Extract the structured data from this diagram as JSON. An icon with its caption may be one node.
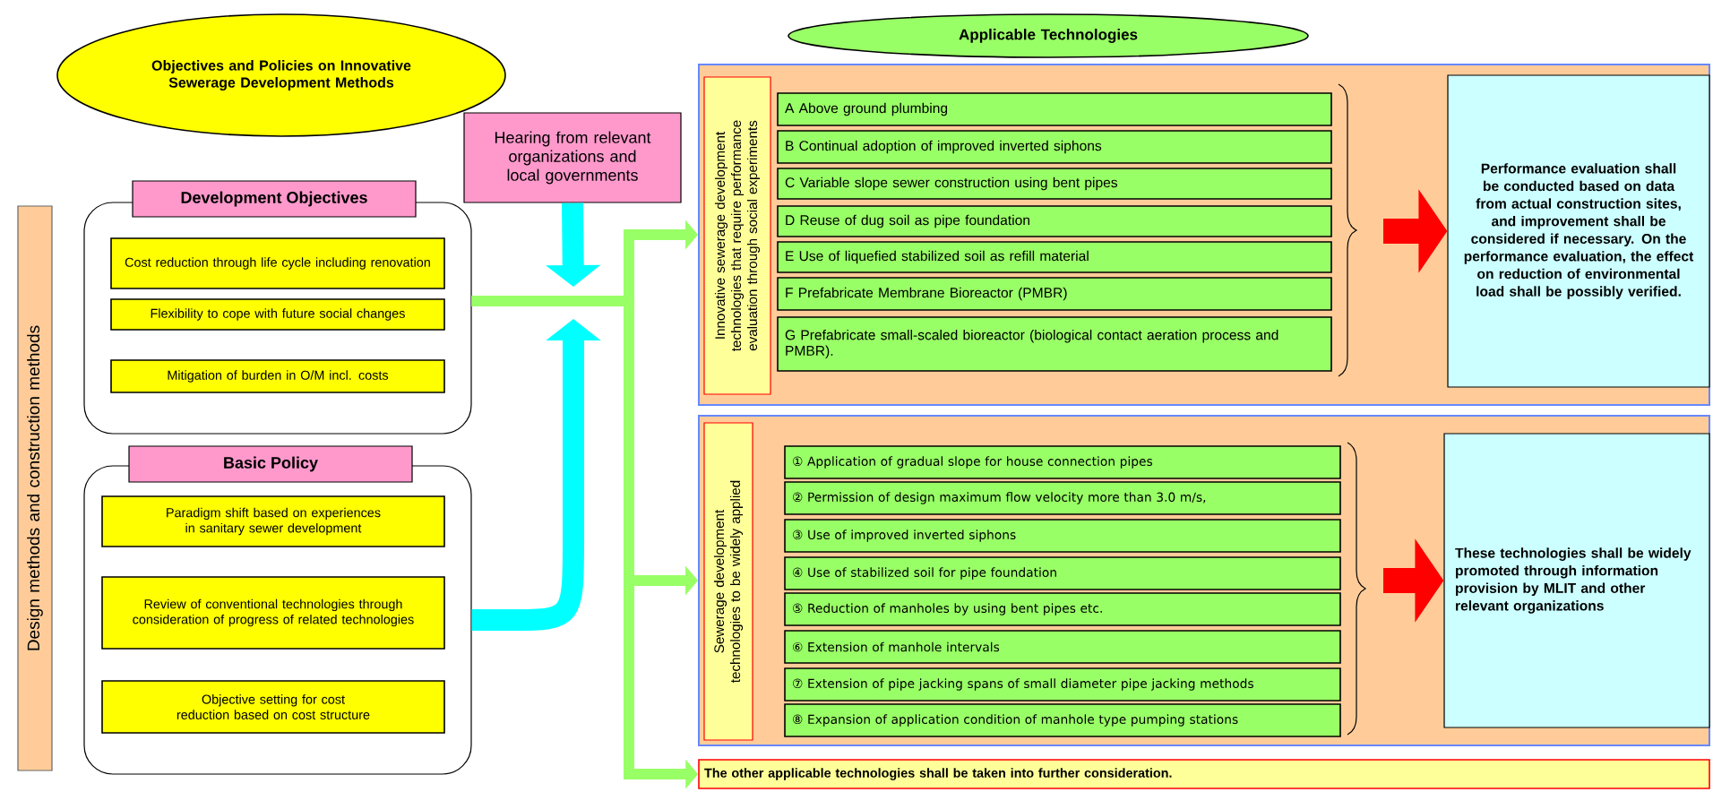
{
  "diagram": {
    "nodes": [
      {
        "text": [
          "Objectives and Policies on Innovative Sewerage Development Methods"
        ]
      },
      {
        "text": [
          "Hearing from relevant organizations and local governments"
        ]
      },
      {
        "text": [
          "Design methods and construction methods"
        ]
      },
      {
        "text": [
          "Development Objectives"
        ]
      },
      {
        "text": [
          "Cost reduction through life cycle including renovation"
        ],
        "in": 3
      },
      {
        "text": [
          "Flexibility to cope with future social changes"
        ],
        "in": 3
      },
      {
        "text": [
          "Mitigation of burden in O/M incl. costs"
        ],
        "in": 3
      },
      {
        "text": [
          "Basic Policy"
        ]
      },
      {
        "text": [
          "Paradigm shift based on experiences in sanitary sewer development"
        ],
        "in": 7
      },
      {
        "text": [
          "Review of conventional technologies through consideration of progress of related technologies"
        ],
        "in": 7
      },
      {
        "text": [
          "Objective setting for cost reduction based on cost structure"
        ],
        "in": 7
      },
      {
        "text": [
          "Applicable Technologies"
        ]
      },
      {
        "text": [],
        "shape": "box"
      },
      {
        "text": [
          "Innovative sewerage development technologies that require performance evaluation through social experiments"
        ],
        "in": 12
      },
      {
        "text": [
          "A Above ground plumbing"
        ],
        "in": 12
      },
      {
        "text": [
          "B Continual adoption of improved inverted siphons"
        ],
        "in": 12
      },
      {
        "text": [
          "C Variable slope sewer construction using bent pipes"
        ],
        "in": 12
      },
      {
        "text": [
          "D Reuse of dug soil as pipe foundation"
        ],
        "in": 12
      },
      {
        "text": [
          "E Use of liquefied stabilized soil as refill material"
        ],
        "in": 12
      },
      {
        "text": [
          "F Prefabricate Membrane Bioreactor (PMBR)"
        ],
        "in": 12
      },
      {
        "text": [
          "G Prefabricate small-scaled bioreactor (biological contact aeration process and PMBR)."
        ],
        "in": 12
      },
      {
        "text": [
          "Performance evaluation shall be conducted based on data from actual construction sites, and improvement shall be considered if necessary. On the performance evaluation, the effect on reduction of environmental load shall be possibly verified."
        ],
        "in": 12
      },
      {
        "text": [],
        "shape": "box"
      },
      {
        "text": [
          "Sewerage development technologies to be widely applied"
        ],
        "in": 22
      },
      {
        "text": [
          "① Application of gradual slope for house connection pipes"
        ],
        "in": 22
      },
      {
        "text": [
          "② Permission of design maximum flow velocity more than 3.0 m/s,"
        ],
        "in": 22
      },
      {
        "text": [
          "③ Use of improved inverted siphons"
        ],
        "in": 22
      },
      {
        "text": [
          "④ Use of stabilized soil for pipe foundation"
        ],
        "in": 22
      },
      {
        "text": [
          "⑤ Reduction of manholes by using bent pipes etc."
        ],
        "in": 22
      },
      {
        "text": [
          "⑥ Extension of manhole intervals"
        ],
        "in": 22
      },
      {
        "text": [
          "⑦ Extension of pipe jacking spans of small diameter pipe jacking methods"
        ],
        "in": 22
      },
      {
        "text": [
          "⑧ Expansion of application condition of manhole type pumping stations"
        ],
        "in": 22
      },
      {
        "text": [
          "These technologies shall be widely promoted through information provision by MLIT and other relevant organizations"
        ],
        "in": 22
      },
      {
        "text": [
          "The other applicable technologies shall be taken into further consideration."
        ]
      }
    ],
    "edges": [
      {
        "from": 3,
        "to": 12,
        "arrow": "to",
        "color": "#99ff66"
      },
      {
        "from": 3,
        "to": 22,
        "arrow": "to",
        "color": "#99ff66"
      },
      {
        "from": 3,
        "to": 33,
        "arrow": "to",
        "color": "#99ff66"
      },
      {
        "from": 1,
        "to": null,
        "arrow": "to",
        "color": "#00ffff"
      },
      {
        "from": 7,
        "to": null,
        "arrow": "to",
        "color": "#00ffff"
      },
      {
        "from": null,
        "to": 21,
        "arrow": "to",
        "color": "#ff0000"
      },
      {
        "from": null,
        "to": 32,
        "arrow": "to",
        "color": "#ff0000"
      }
    ]
  }
}
